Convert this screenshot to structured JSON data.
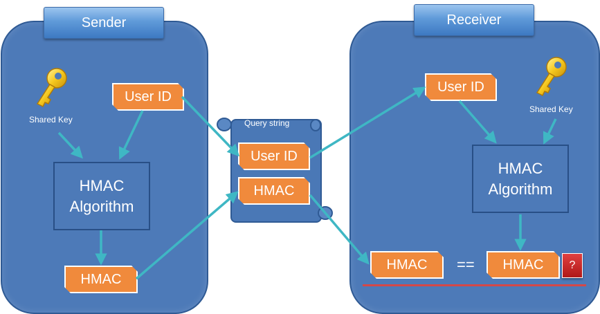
{
  "sender": {
    "title": "Sender",
    "shared_key_label": "Shared Key",
    "user_id": "User ID",
    "algorithm_line1": "HMAC",
    "algorithm_line2": "Algorithm",
    "hmac": "HMAC",
    "key_icon": "key-icon"
  },
  "query_string": {
    "title": "Query string",
    "user_id": "User ID",
    "hmac": "HMAC"
  },
  "receiver": {
    "title": "Receiver",
    "user_id": "User ID",
    "shared_key_label": "Shared Key",
    "algorithm_line1": "HMAC",
    "algorithm_line2": "Algorithm",
    "received_hmac": "HMAC",
    "equals": "==",
    "computed_hmac": "HMAC",
    "question": "?",
    "key_icon": "key-icon"
  },
  "colors": {
    "panel": "#4d7ab8",
    "chip": "#f08a3c",
    "arrow": "#3fb7c4",
    "question": "#c8202a"
  }
}
